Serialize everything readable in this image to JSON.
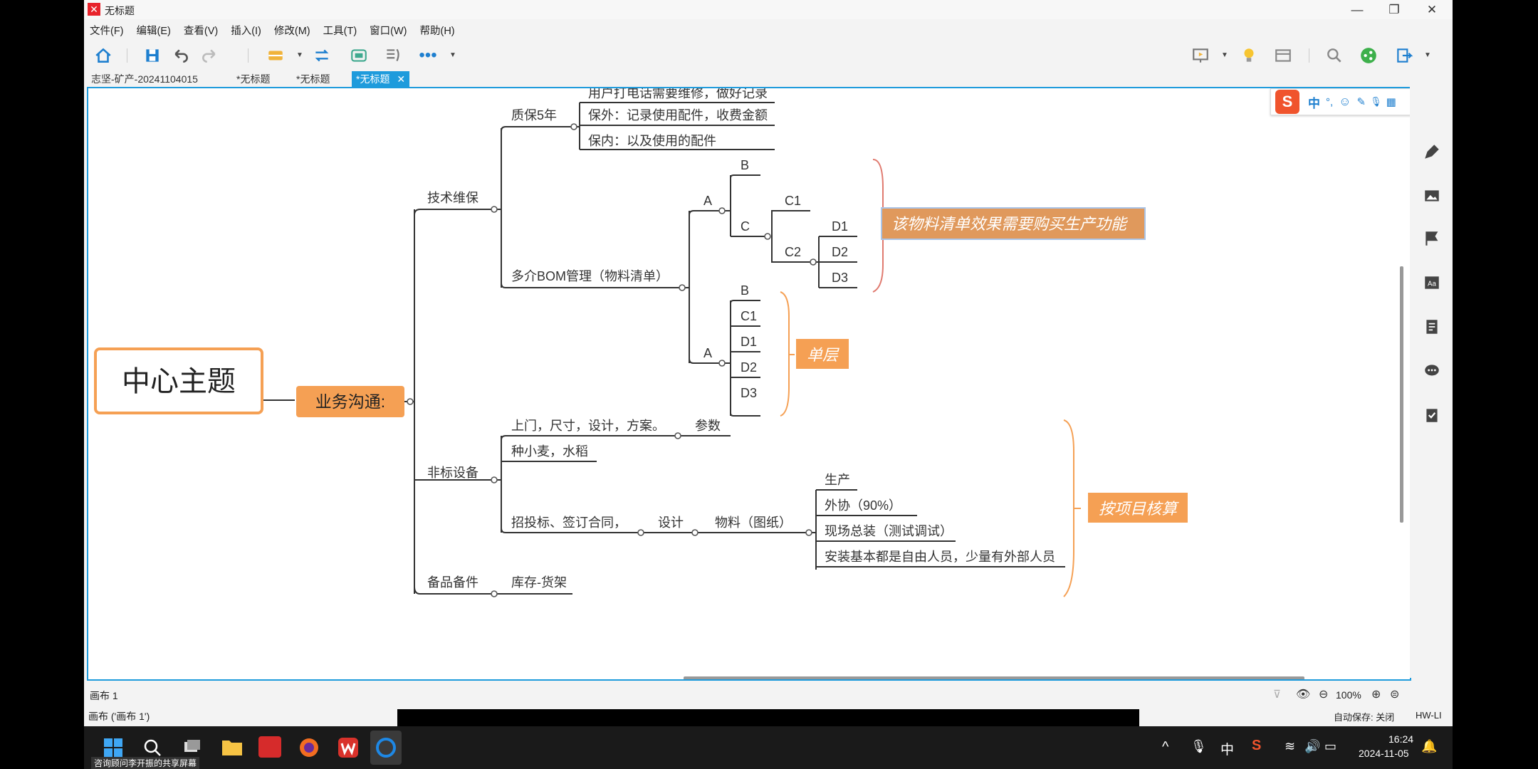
{
  "window": {
    "title": "无标题",
    "app_icon": "xmind-x-icon",
    "minimize": "—",
    "maximize": "❐",
    "close": "✕"
  },
  "menu": [
    "文件(F)",
    "编辑(E)",
    "查看(V)",
    "插入(I)",
    "修改(M)",
    "工具(T)",
    "窗口(W)",
    "帮助(H)"
  ],
  "tabs": [
    {
      "label": "志坚-矿产-20241104015",
      "active": false
    },
    {
      "label": "*无标题",
      "active": false
    },
    {
      "label": "*无标题",
      "active": false
    },
    {
      "label": "*无标题",
      "active": true,
      "close": "✕"
    }
  ],
  "ime_bar": {
    "items": [
      "中",
      "°,",
      "☺",
      "✎",
      "🎙",
      "▦"
    ]
  },
  "mindmap": {
    "central": "中心主题",
    "main": "业务沟通:",
    "branches": {
      "tech": "技术维保",
      "warranty": "质保5年",
      "warranty_items": [
        "用户打电话需要维修，做好记录",
        "保外：记录使用配件，收费金额",
        "保内：以及使用的配件"
      ],
      "bom": "多介BOM管理（物料清单）",
      "bom_group1": {
        "a": "A",
        "b": "B",
        "c": "C",
        "c1": "C1",
        "c2": "C2",
        "d1": "D1",
        "d2": "D2",
        "d3": "D3"
      },
      "bom_group2": {
        "a": "A",
        "b": "B",
        "c1": "C1",
        "d1": "D1",
        "d2": "D2",
        "d3": "D3"
      },
      "summary_bom": "该物料清单效果需要购买生产功能",
      "summary_single": "单层",
      "nonstd": "非标设备",
      "nonstd_visit": "上门，尺寸，设计，方案。",
      "nonstd_params": "参数",
      "nonstd_wheat": "种小麦，水稻",
      "nonstd_bid": "招投标、签订合同，",
      "nonstd_design": "设计",
      "nonstd_material": "物料（图纸）",
      "material_items": [
        "生产",
        "外协（90%）",
        "现场总装（测试调试）",
        "安装基本都是自由人员，少量有外部人员"
      ],
      "summary_project": "按项目核算",
      "spare": "备品备件",
      "spare_item": "库存-货架"
    }
  },
  "status": {
    "sheet_label": "画布 1",
    "zoom": "100%",
    "sheet_info": "画布 ('画布 1')",
    "autosave": "自动保存: 关闭",
    "user": "HW-LI"
  },
  "subtitle": "项目涉及多个层级的物料系统，涵盖了一层至三层的关系。",
  "taskbar": {
    "share_notice": "咨询顾问李开振的共享屏幕",
    "time": "16:24",
    "date": "2024-11-05",
    "ime": "中"
  },
  "colors": {
    "accent": "#1e9bdc",
    "orange": "#f5a054",
    "summary_gray": "#e0995c",
    "line": "#333333"
  }
}
